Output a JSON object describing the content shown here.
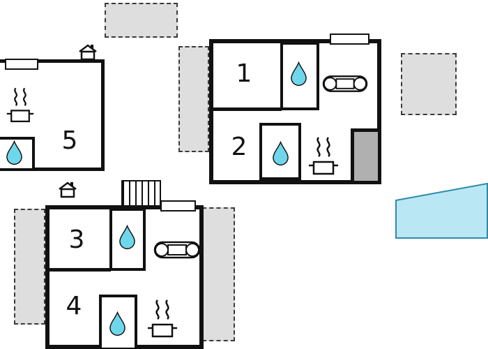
{
  "colors": {
    "wall": "#111111",
    "water_fill": "#6fd6ec",
    "water_stroke": "#111111",
    "terrace_fill": "#dedede",
    "terrace_border": "#3a3a3a",
    "gray_block": "#b0b0b0",
    "pool_fill": "#b9e7f4",
    "pool_stroke": "#2e8aa8"
  },
  "rooms": [
    {
      "label": "1"
    },
    {
      "label": "2"
    },
    {
      "label": "3"
    },
    {
      "label": "4"
    },
    {
      "label": "5"
    }
  ],
  "icons": {
    "water_drop": "teardrop shape, cyan fill (bathroom)",
    "cooking_pot": "steaming pot (kitchen)",
    "sofa": "top-view sofa (living room)",
    "fireplace": "small house with chimney (fireplace/stove)",
    "stairs": "striped rectangle (staircase)",
    "window": "white rectangle on wall",
    "terrace": "dashed gray rectangle",
    "pool": "blue water area"
  }
}
